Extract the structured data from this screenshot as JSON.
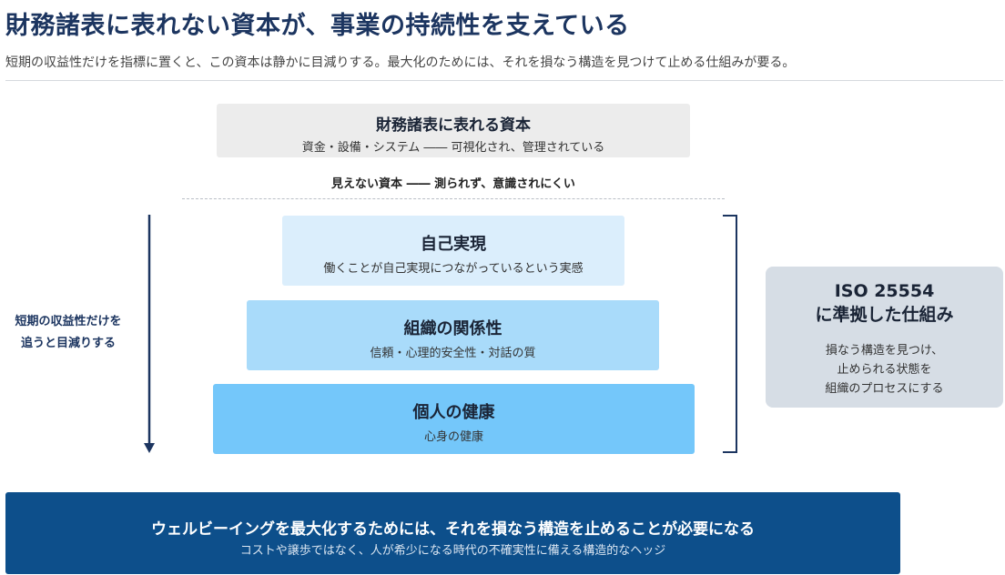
{
  "header": {
    "title": "財務諸表に表れない資本が、事業の持続性を支えている",
    "subtitle": "短期の収益性だけを指標に置くと、この資本は静かに目減りする。最大化のためには、それを損なう構造を見つけて止める仕組みが要る。"
  },
  "visible_capital": {
    "title": "財務諸表に表れる資本",
    "description": "資金・設備・システム ―― 可視化され、管理されている"
  },
  "invisible_capital_label": "見えない資本 ―― 測られず、意識されにくい",
  "layers": [
    {
      "title": "自己実現",
      "description": "働くことが自己実現につながっているという実感"
    },
    {
      "title": "組織の関係性",
      "description": "信頼・心理的安全性・対話の質"
    },
    {
      "title": "個人の健康",
      "description": "心身の健康"
    }
  ],
  "side_note": {
    "line1": "短期の収益性だけを",
    "line2": "追うと目減りする"
  },
  "iso_box": {
    "title_line1": "ISO 25554",
    "title_line2": "に準拠した仕組み",
    "body_line1": "損なう構造を見つけ、",
    "body_line2": "止められる状態を",
    "body_line3": "組織のプロセスにする"
  },
  "banner": {
    "title": "ウェルビーイングを最大化するためには、それを損なう構造を止めることが必要になる",
    "subtitle": "コストや譲歩ではなく、人が希少になる時代の不確実性に備える構造的なヘッジ"
  },
  "colors": {
    "title": "#1c3560",
    "layer_top": "#dbeefc",
    "layer_middle": "#a9dbfa",
    "layer_bottom": "#74c7fa",
    "banner": "#0d4f8b",
    "iso_box": "#d6dde5",
    "arrow": "#1c3560"
  },
  "icons": {
    "arrow": "down-arrow-icon",
    "bracket": "right-bracket-icon"
  }
}
